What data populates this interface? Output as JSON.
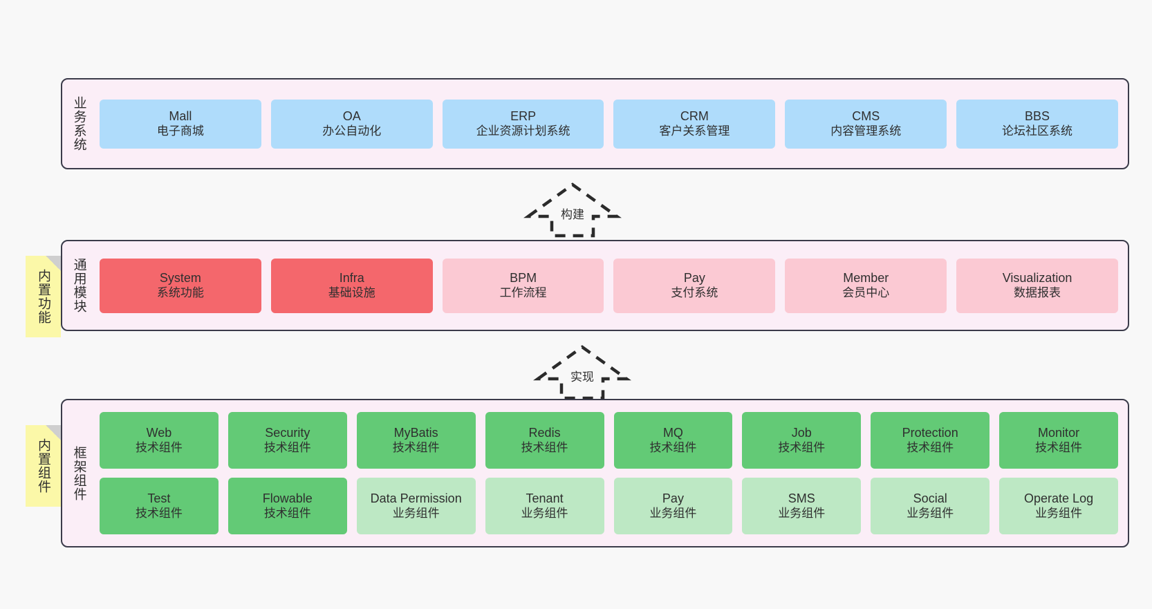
{
  "diagram": {
    "background_color": "#f8f8f8",
    "panel_fill": "#fbeef7",
    "panel_border": "#3b3b4a",
    "sticky_color": "#fbf8a8"
  },
  "layers": [
    {
      "id": "business",
      "title": "业务系统",
      "rows": [
        {
          "cells": [
            {
              "en": "Mall",
              "cn": "电子商城",
              "color": "#afdcfb",
              "style": "c-blue"
            },
            {
              "en": "OA",
              "cn": "办公自动化",
              "color": "#afdcfb",
              "style": "c-blue"
            },
            {
              "en": "ERP",
              "cn": "企业资源计划系统",
              "color": "#afdcfb",
              "style": "c-blue"
            },
            {
              "en": "CRM",
              "cn": "客户关系管理",
              "color": "#afdcfb",
              "style": "c-blue"
            },
            {
              "en": "CMS",
              "cn": "内容管理系统",
              "color": "#afdcfb",
              "style": "c-blue"
            },
            {
              "en": "BBS",
              "cn": "论坛社区系统",
              "color": "#afdcfb",
              "style": "c-blue"
            }
          ]
        }
      ]
    },
    {
      "id": "modules",
      "title": "通用模块",
      "sticky": "内置功能",
      "rows": [
        {
          "cells": [
            {
              "en": "System",
              "cn": "系统功能",
              "color": "#f4676c",
              "style": "c-red"
            },
            {
              "en": "Infra",
              "cn": "基础设施",
              "color": "#f4676c",
              "style": "c-red"
            },
            {
              "en": "BPM",
              "cn": "工作流程",
              "color": "#fbc9d3",
              "style": "c-pink"
            },
            {
              "en": "Pay",
              "cn": "支付系统",
              "color": "#fbc9d3",
              "style": "c-pink"
            },
            {
              "en": "Member",
              "cn": "会员中心",
              "color": "#fbc9d3",
              "style": "c-pink"
            },
            {
              "en": "Visualization",
              "cn": "数据报表",
              "color": "#fbc9d3",
              "style": "c-pink"
            }
          ]
        }
      ]
    },
    {
      "id": "framework",
      "title": "框架组件",
      "sticky": "内置组件",
      "rows": [
        {
          "cells": [
            {
              "en": "Web",
              "cn": "技术组件",
              "color": "#63ca76",
              "style": "c-green"
            },
            {
              "en": "Security",
              "cn": "技术组件",
              "color": "#63ca76",
              "style": "c-green"
            },
            {
              "en": "MyBatis",
              "cn": "技术组件",
              "color": "#63ca76",
              "style": "c-green"
            },
            {
              "en": "Redis",
              "cn": "技术组件",
              "color": "#63ca76",
              "style": "c-green"
            },
            {
              "en": "MQ",
              "cn": "技术组件",
              "color": "#63ca76",
              "style": "c-green"
            },
            {
              "en": "Job",
              "cn": "技术组件",
              "color": "#63ca76",
              "style": "c-green"
            },
            {
              "en": "Protection",
              "cn": "技术组件",
              "color": "#63ca76",
              "style": "c-green"
            },
            {
              "en": "Monitor",
              "cn": "技术组件",
              "color": "#63ca76",
              "style": "c-green"
            }
          ]
        },
        {
          "cells": [
            {
              "en": "Test",
              "cn": "技术组件",
              "color": "#63ca76",
              "style": "c-green"
            },
            {
              "en": "Flowable",
              "cn": "技术组件",
              "color": "#63ca76",
              "style": "c-green"
            },
            {
              "en": "Data Permission",
              "cn": "业务组件",
              "color": "#bde8c4",
              "style": "c-lightgreen"
            },
            {
              "en": "Tenant",
              "cn": "业务组件",
              "color": "#bde8c4",
              "style": "c-lightgreen"
            },
            {
              "en": "Pay",
              "cn": "业务组件",
              "color": "#bde8c4",
              "style": "c-lightgreen"
            },
            {
              "en": "SMS",
              "cn": "业务组件",
              "color": "#bde8c4",
              "style": "c-lightgreen"
            },
            {
              "en": "Social",
              "cn": "业务组件",
              "color": "#bde8c4",
              "style": "c-lightgreen"
            },
            {
              "en": "Operate Log",
              "cn": "业务组件",
              "color": "#bde8c4",
              "style": "c-lightgreen"
            }
          ]
        }
      ]
    }
  ],
  "arrows": [
    {
      "id": "build",
      "label": "构建",
      "style": "dashed-hollow-up-arrow"
    },
    {
      "id": "impl",
      "label": "实现",
      "style": "dashed-hollow-up-arrow"
    }
  ]
}
